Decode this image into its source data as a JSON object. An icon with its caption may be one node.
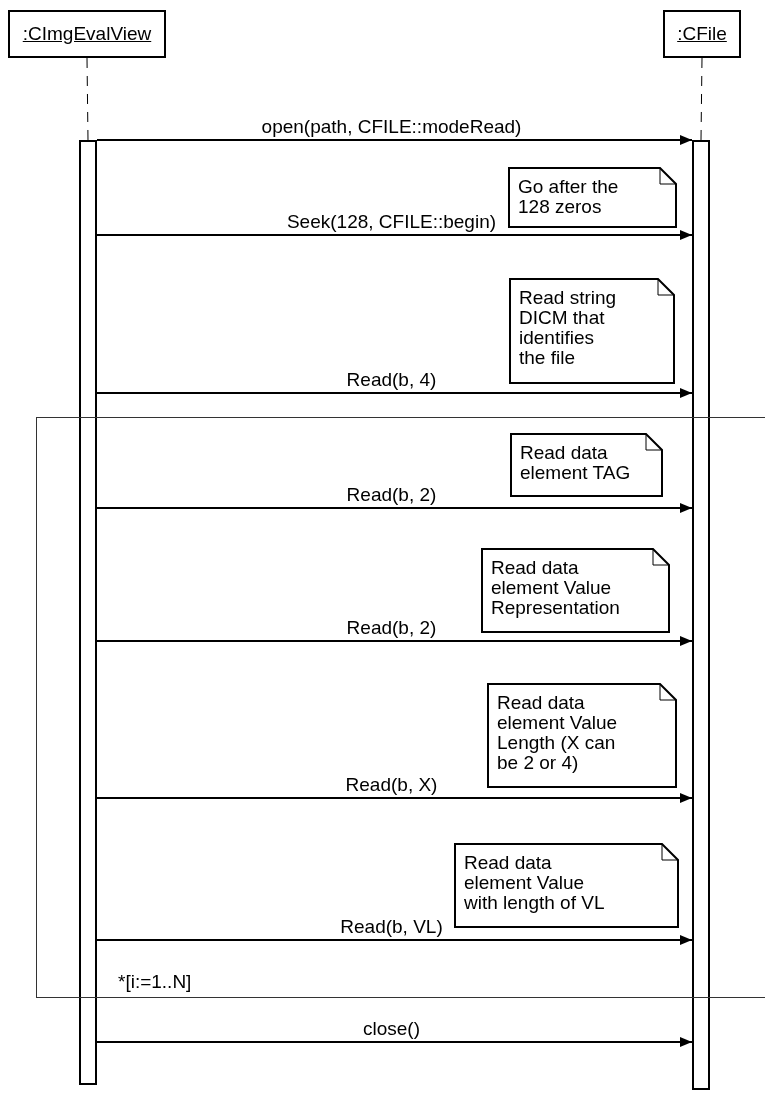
{
  "diagram": {
    "nodes": [
      {
        "text": [
          ":CImgEvalView"
        ]
      },
      {
        "text": [
          ":CFile"
        ]
      },
      {
        "text": [],
        "shape": "bar"
      },
      {
        "text": [],
        "shape": "bar"
      },
      {
        "text": [
          "Go after the 128 zeros"
        ]
      },
      {
        "text": [
          "Read string DICM that identifies the file"
        ]
      },
      {
        "text": [
          "*[i:=1..N]"
        ]
      },
      {
        "text": [
          "Read data element TAG"
        ],
        "in": 6
      },
      {
        "text": [
          "Read data element Value Representation"
        ],
        "in": 6
      },
      {
        "text": [
          "Read data element Value Length (X can be 2 or 4)"
        ],
        "in": 6
      },
      {
        "text": [
          "Read data element Value with length of VL"
        ],
        "in": 6
      }
    ],
    "edges": [
      {
        "from": 0,
        "to": 2,
        "arrow": "none",
        "style": "dashed"
      },
      {
        "from": 1,
        "to": 3,
        "arrow": "none",
        "style": "dashed"
      },
      {
        "from": 2,
        "to": 3,
        "arrow": "to",
        "label": "open(path, CFILE::modeRead)"
      },
      {
        "from": 2,
        "to": 3,
        "arrow": "to",
        "label": "Seek(128, CFILE::begin)"
      },
      {
        "from": 2,
        "to": 3,
        "arrow": "to",
        "label": "Read(b, 4)"
      },
      {
        "from": 2,
        "to": 3,
        "arrow": "to",
        "label": "Read(b, 2)"
      },
      {
        "from": 2,
        "to": 3,
        "arrow": "to",
        "label": "Read(b, 2)"
      },
      {
        "from": 2,
        "to": 3,
        "arrow": "to",
        "label": "Read(b, X)"
      },
      {
        "from": 2,
        "to": 3,
        "arrow": "to",
        "label": "Read(b, VL)"
      },
      {
        "from": 2,
        "to": 3,
        "arrow": "to",
        "label": "close()"
      }
    ]
  }
}
